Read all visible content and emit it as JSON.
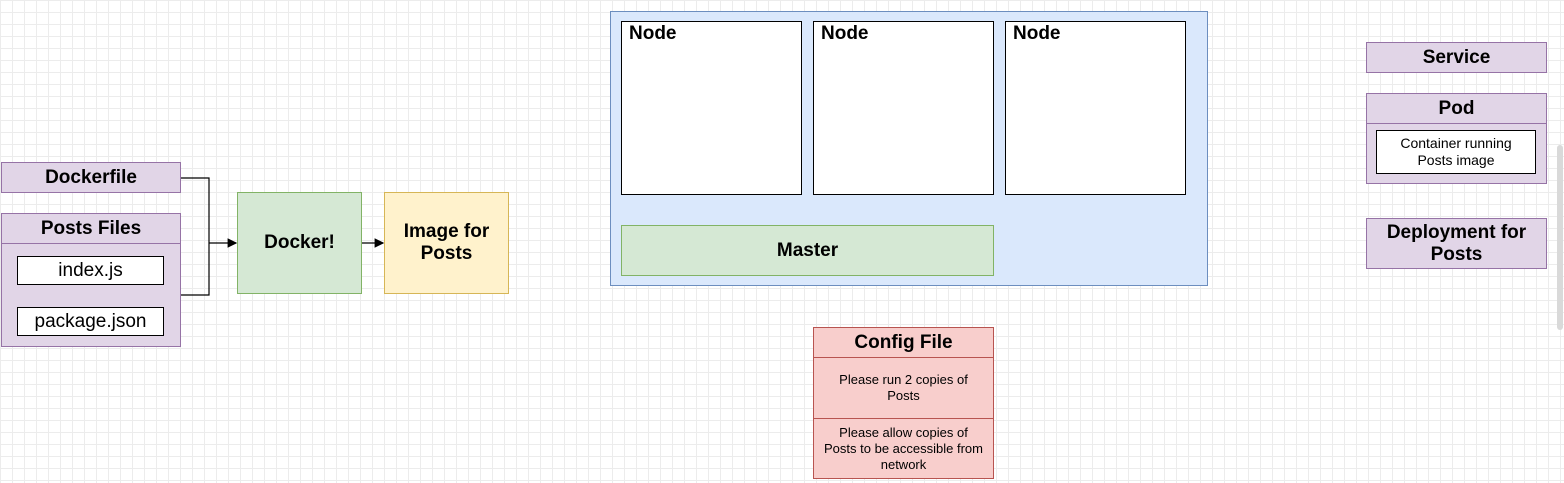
{
  "dockerfile": {
    "label": "Dockerfile"
  },
  "posts_files": {
    "label": "Posts Files",
    "files": [
      "index.js",
      "package.json"
    ]
  },
  "docker": {
    "label": "Docker!"
  },
  "image": {
    "label": "Image for Posts"
  },
  "cluster": {
    "nodes": [
      "Node",
      "Node",
      "Node"
    ],
    "master": "Master"
  },
  "config_file": {
    "label": "Config File",
    "items": [
      "Please run 2 copies of Posts",
      "Please allow copies of Posts to be accessible from network"
    ]
  },
  "legend": {
    "service": "Service",
    "pod": "Pod",
    "container": "Container running Posts image",
    "deployment": "Deployment for Posts"
  },
  "colors": {
    "purple_fill": "#e1d5e7",
    "green_fill": "#d5e8d4",
    "yellow_fill": "#fff2cc",
    "blue_fill": "#dae8fc",
    "red_fill": "#f8cecc"
  }
}
